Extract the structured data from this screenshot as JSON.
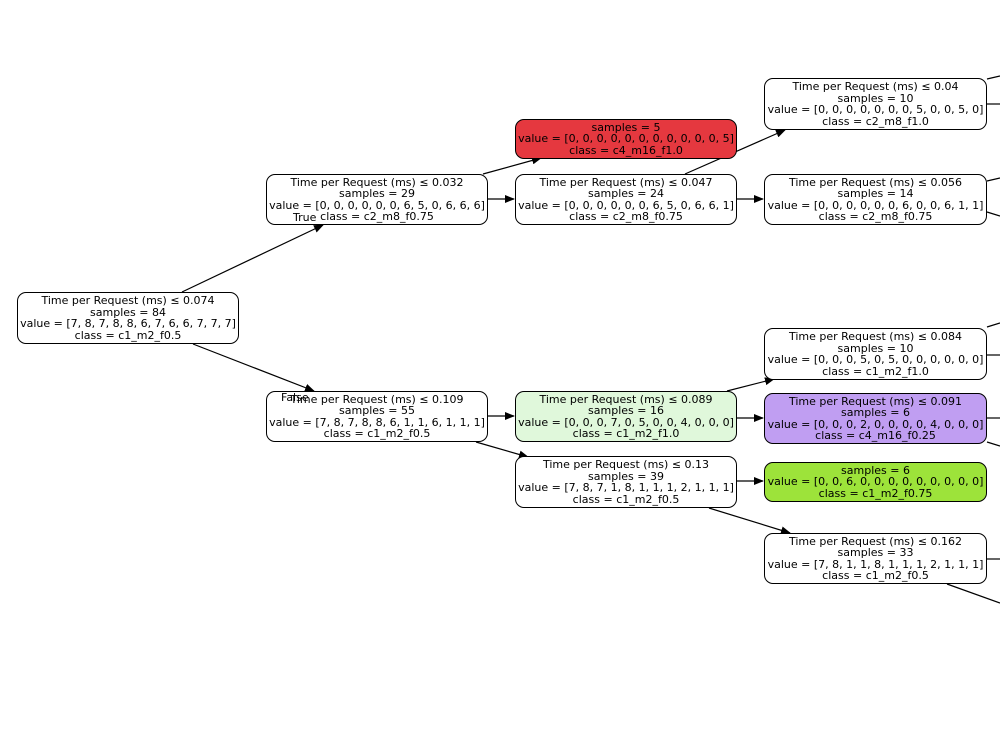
{
  "colors": {
    "default_fill": "#ffffff",
    "red_fill": "#e5383f",
    "light_green_fill": "#e0f8db",
    "purple_fill": "#c09ef2",
    "green_fill": "#9de33a",
    "border": "#000000"
  },
  "edge_labels": {
    "true_label": "True",
    "false_label": "False"
  },
  "nodes": {
    "root": {
      "condition": "Time per Request (ms) ≤ 0.074",
      "samples": "samples = 84",
      "value": "value = [7, 8, 7, 8, 8, 6, 7, 6, 6, 7, 7, 7]",
      "class": "class = c1_m2_f0.5"
    },
    "n_L": {
      "condition": "Time per Request (ms) ≤ 0.032",
      "samples": "samples = 29",
      "value": "value = [0, 0, 0, 0, 0, 0, 6, 5, 0, 6, 6, 6]",
      "class": "class = c2_m8_f0.75"
    },
    "n_R": {
      "condition": "Time per Request (ms) ≤ 0.109",
      "samples": "samples = 55",
      "value": "value = [7, 8, 7, 8, 8, 6, 1, 1, 6, 1, 1, 1]",
      "class": "class = c1_m2_f0.5"
    },
    "n_LL": {
      "condition": "",
      "samples": "samples = 5",
      "value": "value = [0, 0, 0, 0, 0, 0, 0, 0, 0, 0, 0, 5]",
      "class": "class = c4_m16_f1.0"
    },
    "n_LR": {
      "condition": "Time per Request (ms) ≤ 0.047",
      "samples": "samples = 24",
      "value": "value = [0, 0, 0, 0, 0, 0, 6, 5, 0, 6, 6, 1]",
      "class": "class = c2_m8_f0.75"
    },
    "n_RL": {
      "condition": "Time per Request (ms) ≤ 0.089",
      "samples": "samples = 16",
      "value": "value = [0, 0, 0, 7, 0, 5, 0, 0, 4, 0, 0, 0]",
      "class": "class = c1_m2_f1.0"
    },
    "n_RR": {
      "condition": "Time per Request (ms) ≤ 0.13",
      "samples": "samples = 39",
      "value": "value = [7, 8, 7, 1, 8, 1, 1, 1, 2, 1, 1, 1]",
      "class": "class = c1_m2_f0.5"
    },
    "n_LRL": {
      "condition": "Time per Request (ms) ≤ 0.04",
      "samples": "samples = 10",
      "value": "value = [0, 0, 0, 0, 0, 0, 0, 5, 0, 0, 5, 0]",
      "class": "class = c2_m8_f1.0"
    },
    "n_LRR": {
      "condition": "Time per Request (ms) ≤ 0.056",
      "samples": "samples = 14",
      "value": "value = [0, 0, 0, 0, 0, 0, 6, 0, 0, 6, 1, 1]",
      "class": "class = c2_m8_f0.75"
    },
    "n_RLL": {
      "condition": "Time per Request (ms) ≤ 0.084",
      "samples": "samples = 10",
      "value": "value = [0, 0, 0, 5, 0, 5, 0, 0, 0, 0, 0, 0]",
      "class": "class = c1_m2_f1.0"
    },
    "n_RLR": {
      "condition": "Time per Request (ms) ≤ 0.091",
      "samples": "samples = 6",
      "value": "value = [0, 0, 0, 2, 0, 0, 0, 0, 4, 0, 0, 0]",
      "class": "class = c4_m16_f0.25"
    },
    "n_RRL": {
      "condition": "",
      "samples": "samples = 6",
      "value": "value = [0, 0, 6, 0, 0, 0, 0, 0, 0, 0, 0, 0]",
      "class": "class = c1_m2_f0.75"
    },
    "n_RRR": {
      "condition": "Time per Request (ms) ≤ 0.162",
      "samples": "samples = 33",
      "value": "value = [7, 8, 1, 1, 8, 1, 1, 1, 2, 1, 1, 1]",
      "class": "class = c1_m2_f0.5"
    }
  }
}
